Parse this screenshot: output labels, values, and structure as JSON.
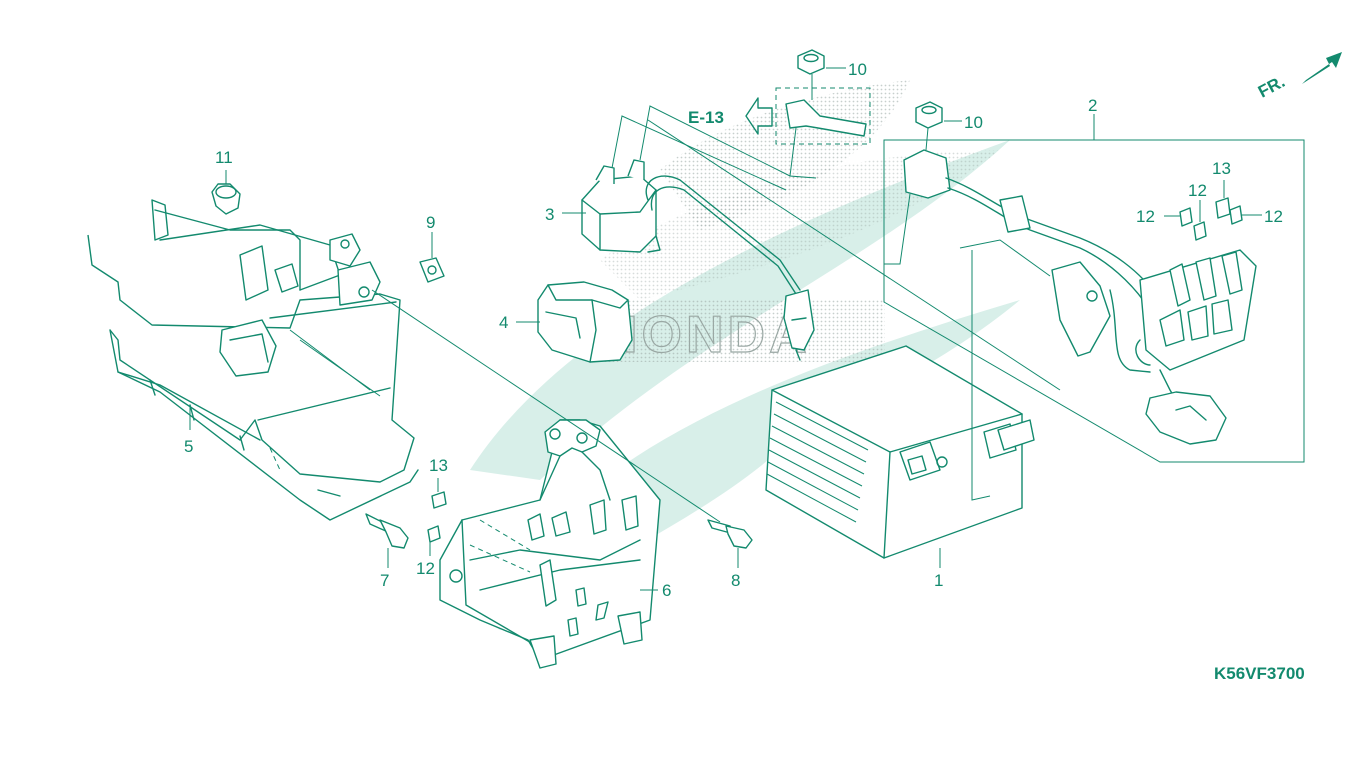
{
  "diagram": {
    "direction_label": "FR.",
    "cross_ref_label": "E-13",
    "watermark_text": "HONDA",
    "diagram_code": "K56VF3700",
    "colors": {
      "line": "#138a6e",
      "watermark": "#d8efe9",
      "dots": "#9aa8a4"
    },
    "callouts": [
      {
        "id": "c1",
        "label": "1"
      },
      {
        "id": "c2",
        "label": "2"
      },
      {
        "id": "c3",
        "label": "3"
      },
      {
        "id": "c4",
        "label": "4"
      },
      {
        "id": "c5",
        "label": "5"
      },
      {
        "id": "c6",
        "label": "6"
      },
      {
        "id": "c7",
        "label": "7"
      },
      {
        "id": "c8",
        "label": "8"
      },
      {
        "id": "c9",
        "label": "9"
      },
      {
        "id": "c10a",
        "label": "10"
      },
      {
        "id": "c10b",
        "label": "10"
      },
      {
        "id": "c11",
        "label": "11"
      },
      {
        "id": "c12a",
        "label": "12"
      },
      {
        "id": "c12b",
        "label": "12"
      },
      {
        "id": "c12c",
        "label": "12"
      },
      {
        "id": "c12d",
        "label": "12"
      },
      {
        "id": "c13a",
        "label": "13"
      },
      {
        "id": "c13b",
        "label": "13"
      }
    ]
  }
}
